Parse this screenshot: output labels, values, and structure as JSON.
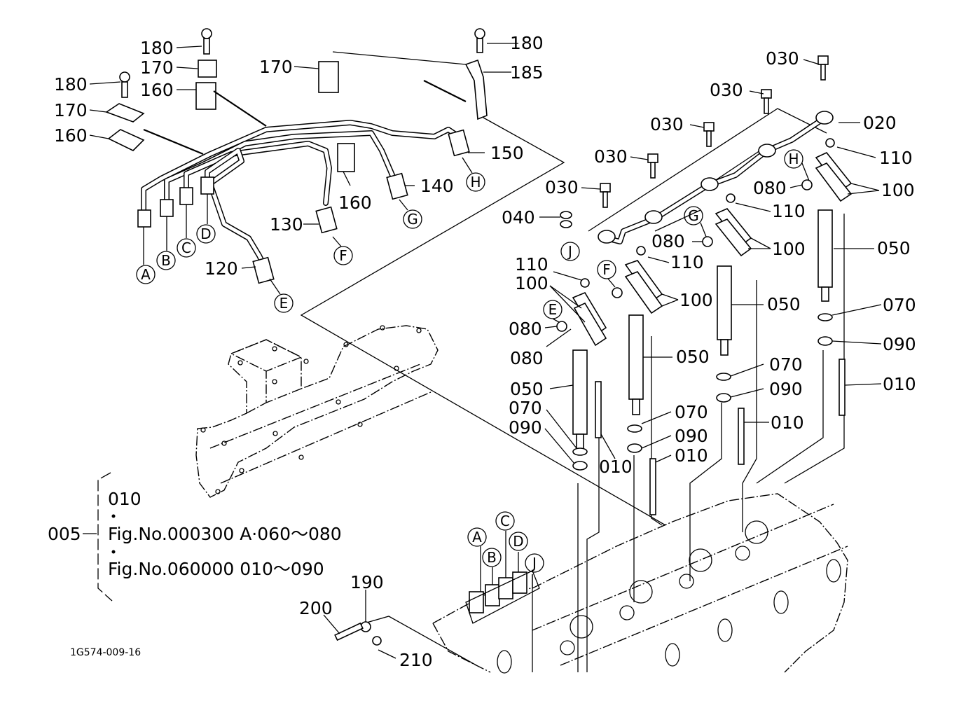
{
  "diagram": {
    "drawing_code": "1G574-009-16",
    "callouts": {
      "bolt_180_a": "180",
      "clamp_170_a": "170",
      "clamp_160_a": "160",
      "bolt_180_b": "180",
      "clamp_170_b": "170",
      "clamp_160_b": "160",
      "clamp_170_c": "170",
      "clamp_160_c": "160",
      "bolt_180_c": "180",
      "bracket_185": "185",
      "pipe_120": "120",
      "pipe_130": "130",
      "pipe_140": "140",
      "pipe_150": "150",
      "bolt_030_a": "030",
      "bolt_030_b": "030",
      "bolt_030_c": "030",
      "bolt_030_d": "030",
      "bolt_030_e": "030",
      "pipe_020": "020",
      "washer_040": "040",
      "nut_110_a": "110",
      "nut_110_b": "110",
      "nut_110_c": "110",
      "nut_110_d": "110",
      "plate_100_a": "100",
      "plate_100_b": "100",
      "plate_100_c": "100",
      "plate_100_d": "100",
      "seal_080_a": "080",
      "seal_080_b": "080",
      "seal_080_c": "080",
      "seal_080_d": "080",
      "nozzle_050_a": "050",
      "nozzle_050_b": "050",
      "nozzle_050_c": "050",
      "nozzle_050_d": "050",
      "oring_070_a": "070",
      "oring_070_b": "070",
      "oring_070_c": "070",
      "oring_070_d": "070",
      "washer_090_a": "090",
      "washer_090_b": "090",
      "washer_090_c": "090",
      "washer_090_d": "090",
      "stud_010_a": "010",
      "stud_010_b": "010",
      "stud_010_c": "010",
      "stud_010_d": "010",
      "eye_190": "190",
      "bolt_200": "200",
      "clip_210": "210"
    },
    "connection_markers": {
      "pipe_end_a": "A",
      "pipe_end_b": "B",
      "pipe_end_c": "C",
      "pipe_end_d": "D",
      "pipe_end_e": "E",
      "pipe_end_f": "F",
      "pipe_end_g": "G",
      "pipe_end_h": "H",
      "inj_e": "E",
      "inj_f": "F",
      "inj_g": "G",
      "inj_h": "H",
      "inj_j": "J",
      "pump_a": "A",
      "pump_b": "B",
      "pump_c": "C",
      "pump_d": "D",
      "pump_j": "J"
    },
    "assembly_note": {
      "ref": "005",
      "line1": "010",
      "line2": "Fig.No.000300  A·060～080",
      "line3": "Fig.No.060000  010～090"
    }
  }
}
